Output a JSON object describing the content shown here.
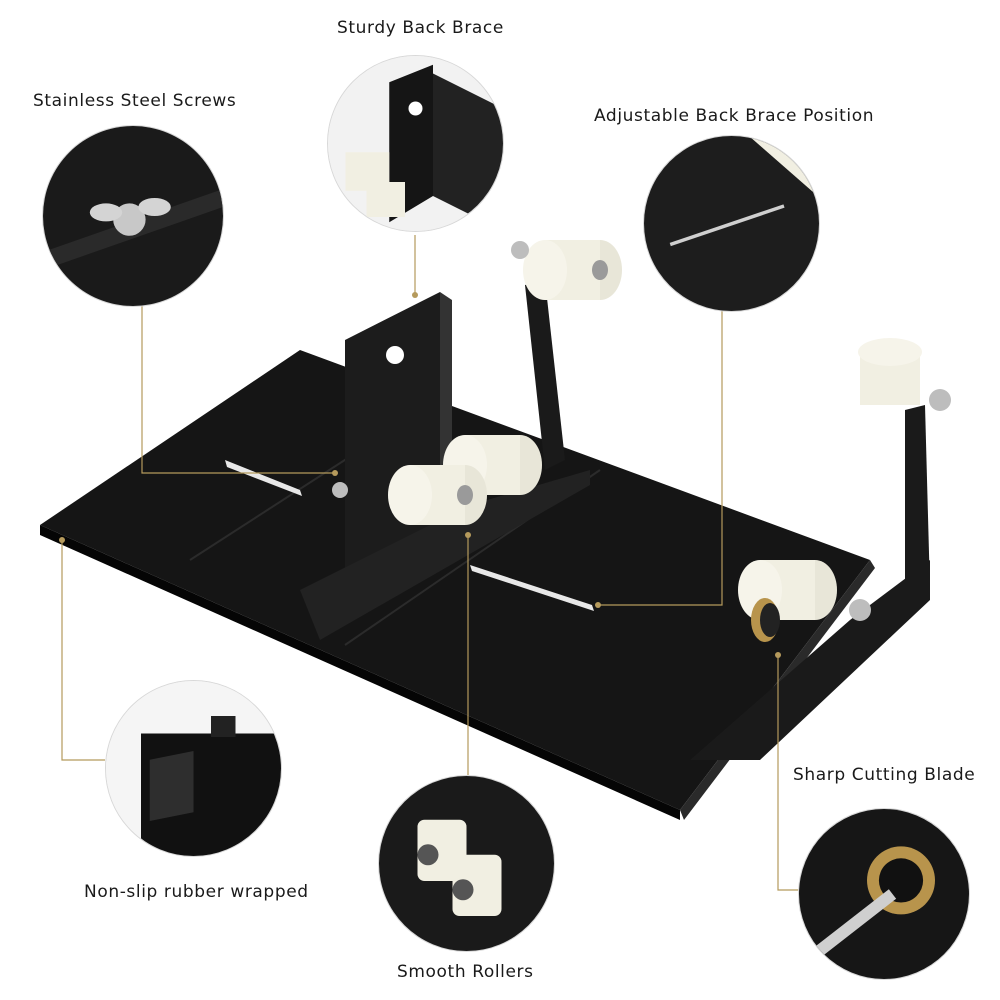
{
  "callouts": {
    "sturdy_back_brace": "Sturdy Back Brace",
    "stainless_steel_screws": "Stainless Steel Screws",
    "adjustable_back_brace_position": "Adjustable Back Brace Position",
    "non_slip_rubber": "Non-slip rubber wrapped",
    "smooth_rollers": "Smooth Rollers",
    "sharp_cutting_blade": "Sharp Cutting Blade"
  },
  "colors": {
    "product": "#111111",
    "roller": "#f1efe2",
    "leader_line": "#b59a5c",
    "label_text": "#1a1a1a"
  }
}
